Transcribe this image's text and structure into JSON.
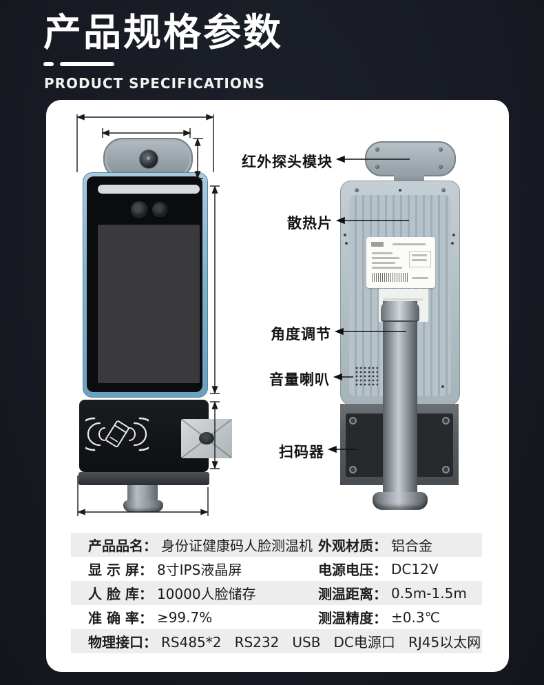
{
  "header": {
    "title": "产品规格参数",
    "subtitle": "PRODUCT SPECIFICATIONS"
  },
  "callouts": {
    "infrared_probe": "红外探头模块",
    "heat_sink": "散热片",
    "angle_adjust": "角度调节",
    "speaker": "音量喇叭",
    "scanner": "扫码器"
  },
  "spec_table": {
    "rows": [
      {
        "label": "产品品名：",
        "value": "身份证健康码人脸测温机",
        "label2": "外观材质：",
        "value2": "铝合金"
      },
      {
        "label": "显 示 屏：",
        "value": "8寸IPS液晶屏",
        "label2": "电源电压：",
        "value2": "DC12V"
      },
      {
        "label": "人 脸 库：",
        "value": "10000人脸储存",
        "label2": "测温距离：",
        "value2": "0.5m-1.5m"
      },
      {
        "label": "准 确 率：",
        "value": "≥99.7%",
        "label2": "测温精度：",
        "value2": "±0.3℃"
      },
      {
        "label": "物理接口：",
        "value": "RS485*2   RS232   USB   DC电源口   RJ45以太网"
      }
    ]
  },
  "colors": {
    "background": "#171a22",
    "card": "#ffffff",
    "table_stripe": "#ededee",
    "device_frame_blue": "#7fb0ca",
    "aluminum": "#b2bec5"
  }
}
